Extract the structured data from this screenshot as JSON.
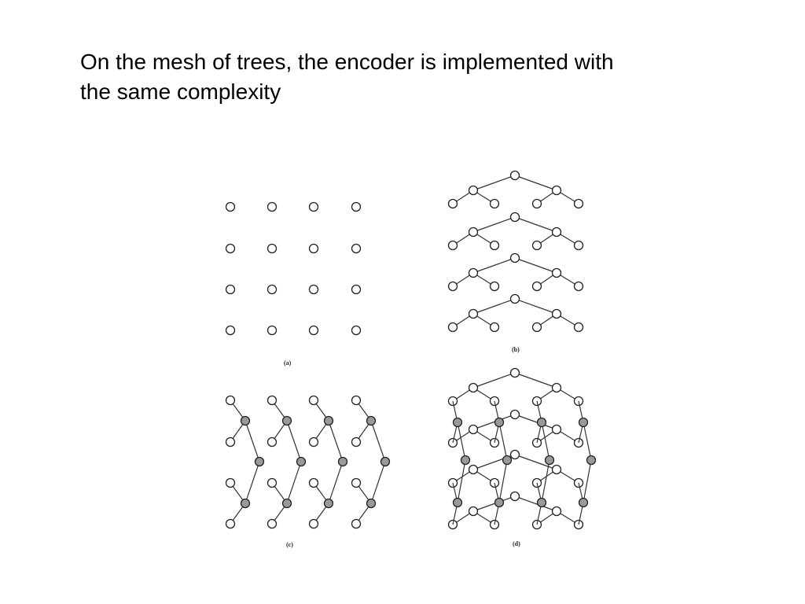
{
  "slide": {
    "title_lines": [
      "On the mesh of trees, the encoder is implemented with",
      "the same complexity"
    ]
  },
  "figure": {
    "panels": [
      {
        "id": "a",
        "caption": "(a)"
      },
      {
        "id": "b",
        "caption": "(b)"
      },
      {
        "id": "c",
        "caption": "(c)"
      },
      {
        "id": "d",
        "caption": "(d)"
      }
    ]
  },
  "colors": {
    "node_fill": "#ffffff",
    "node_shaded": "#999999",
    "stroke": "#222222"
  }
}
